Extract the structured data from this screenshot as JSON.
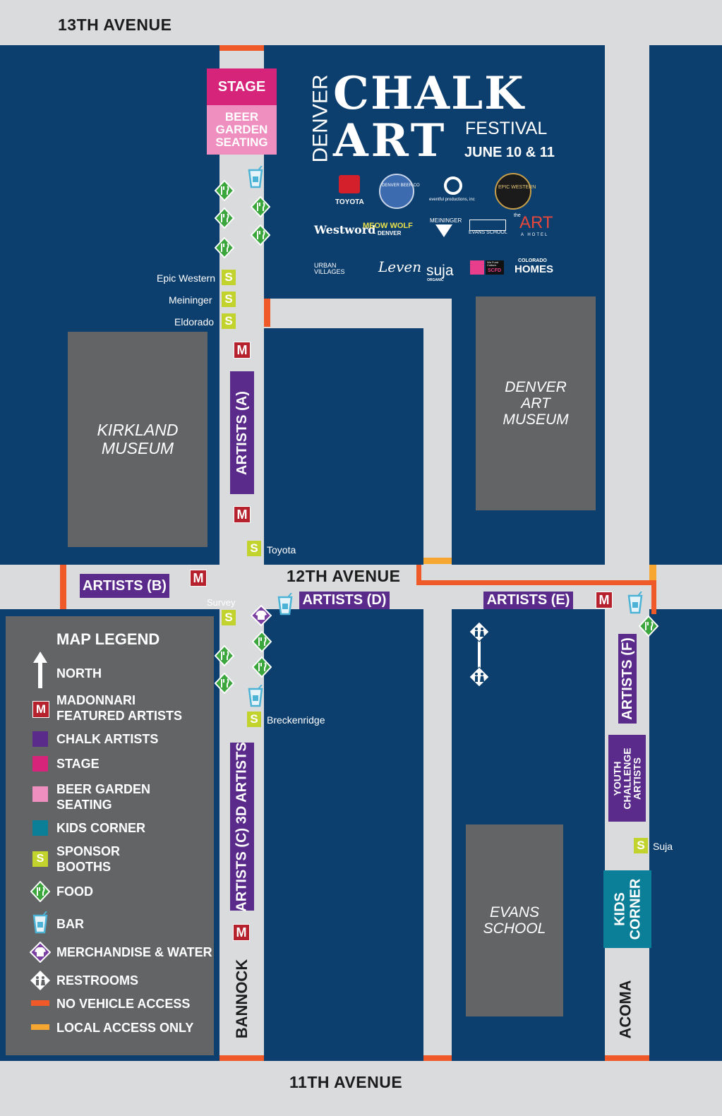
{
  "title": {
    "vertical_word": "DENVER",
    "main_1": "CHALK",
    "main_2": "ART",
    "festival": "FESTIVAL",
    "dates": "JUNE 10 & 11"
  },
  "streets": {
    "top": "13TH AVENUE",
    "middle": "12TH AVENUE",
    "bottom": "11TH AVENUE",
    "west": "BANNOCK",
    "east": "ACOMA"
  },
  "buildings": {
    "kirkland": "KIRKLAND\nMUSEUM",
    "dam": "DENVER\nART\nMUSEUM",
    "evans": "EVANS\nSCHOOL"
  },
  "zones": {
    "stage": "STAGE",
    "beer_garden": "BEER\nGARDEN\nSEATING",
    "artists_a": "ARTISTS (A)",
    "artists_b": "ARTISTS (B)",
    "artists_c": "ARTISTS (C) 3D ARTISTS",
    "artists_d": "ARTISTS (D)",
    "artists_e": "ARTISTS (E)",
    "artists_f": "ARTISTS (F)",
    "youth": "YOUTH\nCHALLENGE\nARTISTS",
    "kids": "KIDS\nCORNER"
  },
  "sponsor_booths": {
    "epic_western": "Epic Western",
    "meininger": "Meininger",
    "eldorado": "Eldorado",
    "toyota": "Toyota",
    "survey": "Survey",
    "breckenridge": "Breckenridge",
    "suja": "Suja"
  },
  "badges": {
    "madonnari": "M",
    "sponsor": "S"
  },
  "logos": {
    "toyota": "TOYOTA",
    "denver_beer": "DENVER BEER CO",
    "eventful": "eventful productions, inc",
    "epic": "EPIC WESTERN",
    "westword": "Westword",
    "meow_wolf": "MEOW WOLF",
    "meow_wolf_sub": "DENVER",
    "meininger": "MEININGER",
    "evans_school": "EVANS SCHOOL",
    "art_hotel_small": "the",
    "art_hotel": "ART",
    "art_hotel_sub": "A HOTEL",
    "urban": "URBAN\nVILLAGES",
    "leven": "Leven",
    "suja": "suja",
    "suja_sub": "ORGANIC",
    "scfd_1": "We Fund\nCulture.",
    "scfd_2": "SCFD",
    "colorado_homes_1": "COLORADO",
    "colorado_homes_2": "HOMES"
  },
  "legend": {
    "title": "MAP LEGEND",
    "items": [
      {
        "label": "NORTH",
        "icon": "north-arrow-icon"
      },
      {
        "label": "MADONNARI\nFEATURED ARTISTS",
        "icon": "madonnari-icon",
        "color": "#b5222d"
      },
      {
        "label": "CHALK ARTISTS",
        "color": "#5b2b8c"
      },
      {
        "label": "STAGE",
        "color": "#d6247a"
      },
      {
        "label": "BEER GARDEN\nSEATING",
        "color": "#ee8fbf"
      },
      {
        "label": "KIDS CORNER",
        "color": "#0b7f98"
      },
      {
        "label": "SPONSOR\nBOOTHS",
        "icon": "sponsor-icon",
        "color": "#c3d32e"
      },
      {
        "label": "FOOD",
        "icon": "food-icon",
        "color": "#3aa63c"
      },
      {
        "label": "BAR",
        "icon": "bar-icon",
        "color": "#4db3d6"
      },
      {
        "label": "MERCHANDISE & WATER",
        "icon": "merchandise-icon",
        "color": "#7a3fa0"
      },
      {
        "label": "RESTROOMS",
        "icon": "restroom-icon"
      },
      {
        "label": "NO VEHICLE ACCESS",
        "color": "#f05a28"
      },
      {
        "label": "LOCAL ACCESS ONLY",
        "color": "#f7a632"
      }
    ]
  }
}
